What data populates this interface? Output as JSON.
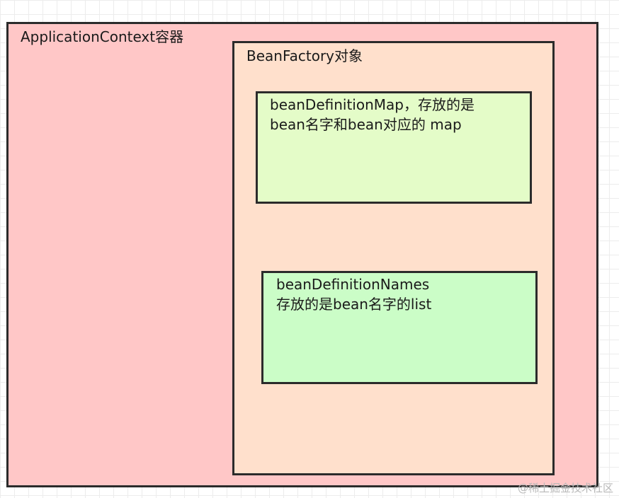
{
  "diagram": {
    "application_context": {
      "label": "ApplicationContext容器"
    },
    "bean_factory": {
      "label": "BeanFactory对象"
    },
    "bean_definition_map": {
      "lines": [
        "beanDefinitionMap，存放的是",
        "bean名字和bean对应的 map"
      ]
    },
    "bean_definition_names": {
      "lines": [
        "beanDefinitionNames",
        "存放的是bean名字的list"
      ]
    }
  },
  "watermark": "@稀土掘金技术社区",
  "colors": {
    "application_context_fill": "#ffc7c7",
    "bean_factory_fill": "#ffe0cc",
    "bean_definition_map_fill": "#e4fcc8",
    "bean_definition_names_fill": "#cbfdc7",
    "border": "#2b2b2b"
  }
}
